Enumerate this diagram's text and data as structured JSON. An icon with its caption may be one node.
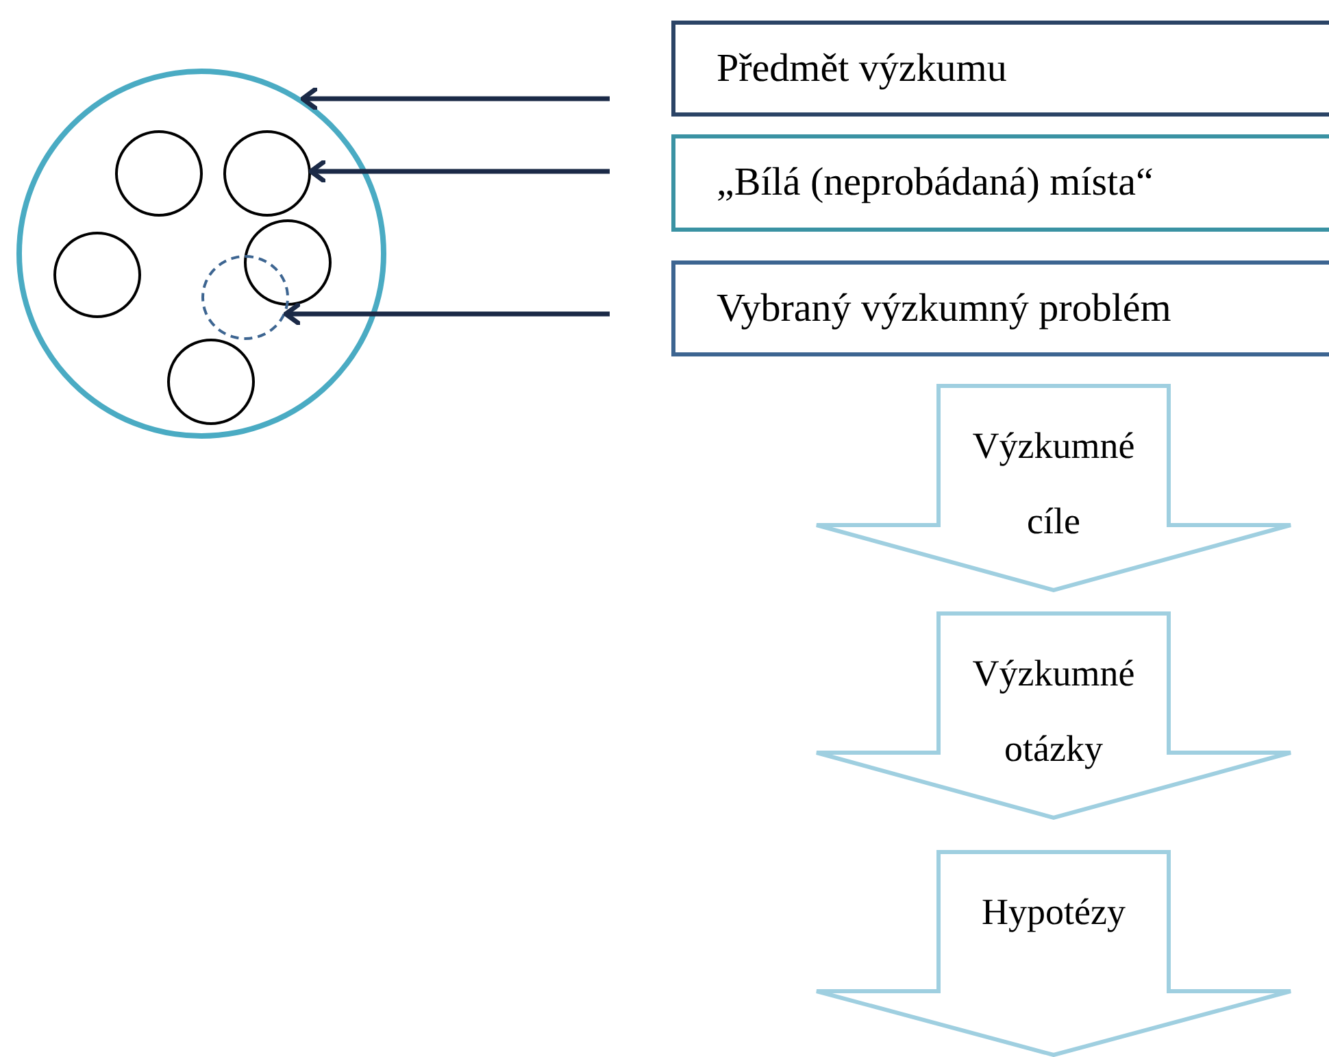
{
  "diagram": {
    "nodes": [
      {
        "text": [],
        "shape": "circle"
      },
      {
        "text": [],
        "shape": "circle",
        "in": 0
      },
      {
        "text": [],
        "shape": "circle",
        "in": 0
      },
      {
        "text": [],
        "shape": "circle",
        "in": 0
      },
      {
        "text": [],
        "shape": "circle",
        "in": 0
      },
      {
        "text": [],
        "shape": "circle",
        "in": 0
      },
      {
        "text": [],
        "shape": "circle",
        "in": 0
      },
      {
        "text": [
          "Předmět výzkumu"
        ]
      },
      {
        "text": [
          "„Bílá (neprobádaná) místa“"
        ]
      },
      {
        "text": [
          "Vybraný výzkumný problém"
        ]
      },
      {
        "text": [
          "Výzkumné otázky"
        ]
      },
      {
        "text": [
          "Hypotézy"
        ]
      }
    ],
    "edges": [
      {
        "from": null,
        "to": 0,
        "arrow": "to"
      },
      {
        "from": null,
        "to": 2,
        "arrow": "to"
      },
      {
        "from": null,
        "to": 5,
        "arrow": "to"
      },
      {
        "from": 9,
        "to": 10,
        "arrow": "to",
        "style": "thick",
        "color": "#9fcfe0",
        "label": "Výzkumné cíle"
      }
    ]
  }
}
